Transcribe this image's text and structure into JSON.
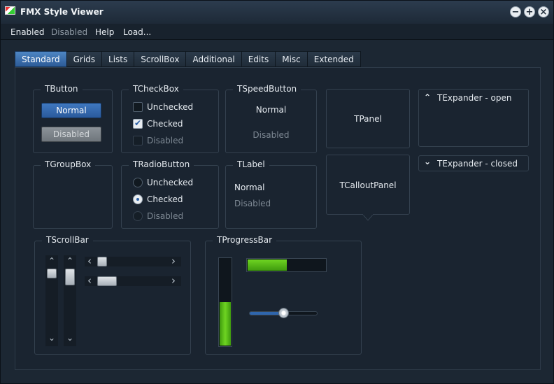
{
  "window": {
    "title": "FMX Style Viewer",
    "buttons": {
      "minimize": "−",
      "maximize": "+",
      "close": "×"
    }
  },
  "menu": {
    "enabled": "Enabled",
    "disabled": "Disabled",
    "help": "Help",
    "load": "Load..."
  },
  "tabs": [
    "Standard",
    "Grids",
    "Lists",
    "ScrollBox",
    "Additional",
    "Edits",
    "Misc",
    "Extended"
  ],
  "active_tab": "Standard",
  "tbutton": {
    "title": "TButton",
    "normal": "Normal",
    "disabled": "Disabled"
  },
  "tcheckbox": {
    "title": "TCheckBox",
    "unchecked": "Unchecked",
    "checked": "Checked",
    "disabled": "Disabled"
  },
  "tspeedbutton": {
    "title": "TSpeedButton",
    "normal": "Normal",
    "disabled": "Disabled"
  },
  "tpanel": {
    "label": "TPanel"
  },
  "texpander_open": {
    "label": "TExpander - open"
  },
  "texpander_closed": {
    "label": "TExpander - closed"
  },
  "tgroupbox": {
    "title": "TGroupBox"
  },
  "tradiobutton": {
    "title": "TRadioButton",
    "unchecked": "Unchecked",
    "checked": "Checked",
    "disabled": "Disabled"
  },
  "tlabel": {
    "title": "TLabel",
    "normal": "Normal",
    "disabled": "Disabled"
  },
  "tcalloutpanel": {
    "label": "TCalloutPanel"
  },
  "tscrollbar": {
    "title": "TScrollBar"
  },
  "tprogressbar": {
    "title": "TProgressBar",
    "vertical_value": 0.5,
    "horizontal_value": 0.5,
    "track_value": 0.5
  },
  "icons": {
    "check": "✔",
    "chevron_up": "⌃",
    "chevron_down": "⌄",
    "chevron_left": "‹",
    "chevron_right": "›"
  },
  "colors": {
    "accent": "#2f66ad",
    "progress": "#5ac316"
  }
}
